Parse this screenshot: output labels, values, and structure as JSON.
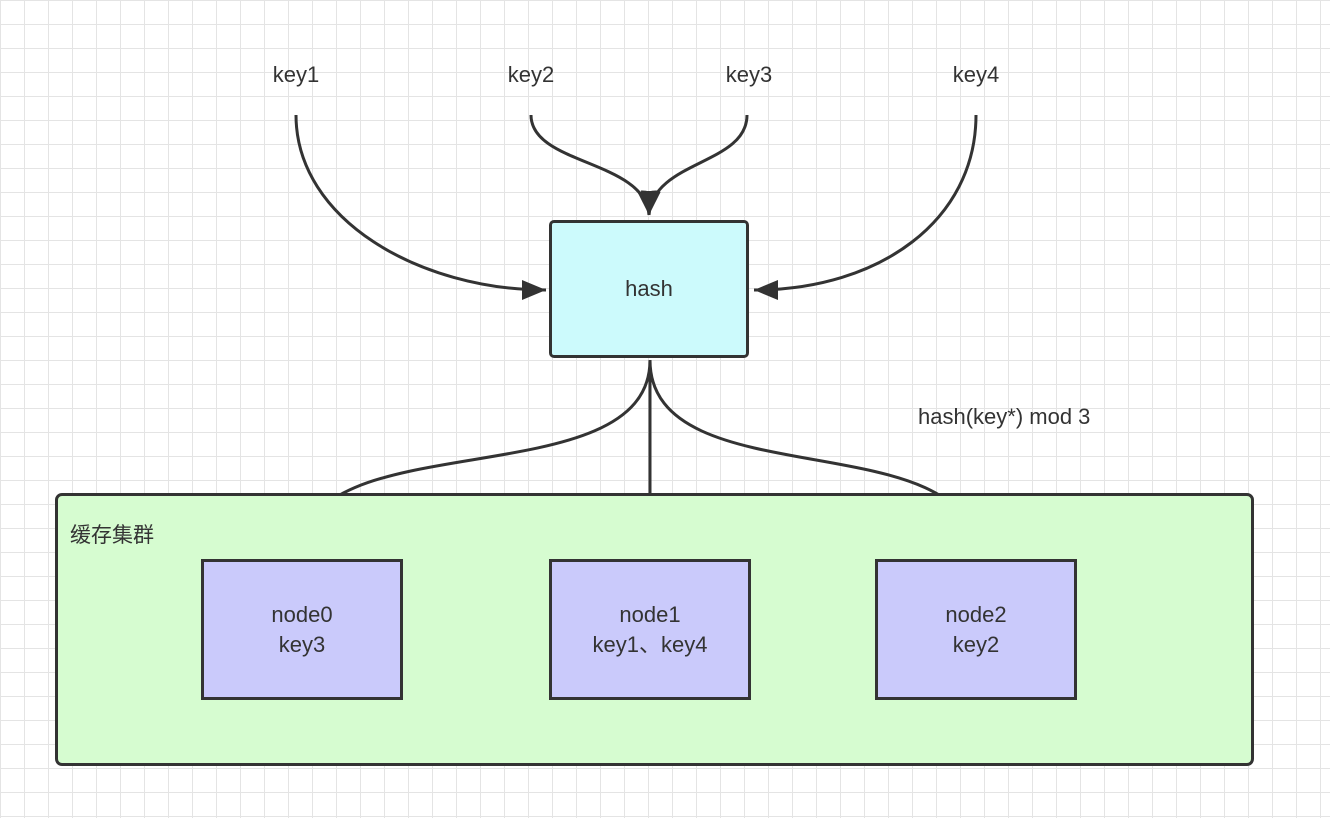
{
  "keys": [
    "key1",
    "key2",
    "key3",
    "key4"
  ],
  "hash": {
    "label": "hash"
  },
  "annotation": "hash(key*) mod 3",
  "cluster": {
    "label": "缓存集群"
  },
  "nodes": [
    {
      "name": "node0",
      "keys": "key3"
    },
    {
      "name": "node1",
      "keys": "key1、key4"
    },
    {
      "name": "node2",
      "keys": "key2"
    }
  ],
  "colors": {
    "hash_fill": "#ccfafc",
    "cluster_fill": "#d6fcd0",
    "node_fill": "#cacafb",
    "stroke": "#333333"
  }
}
